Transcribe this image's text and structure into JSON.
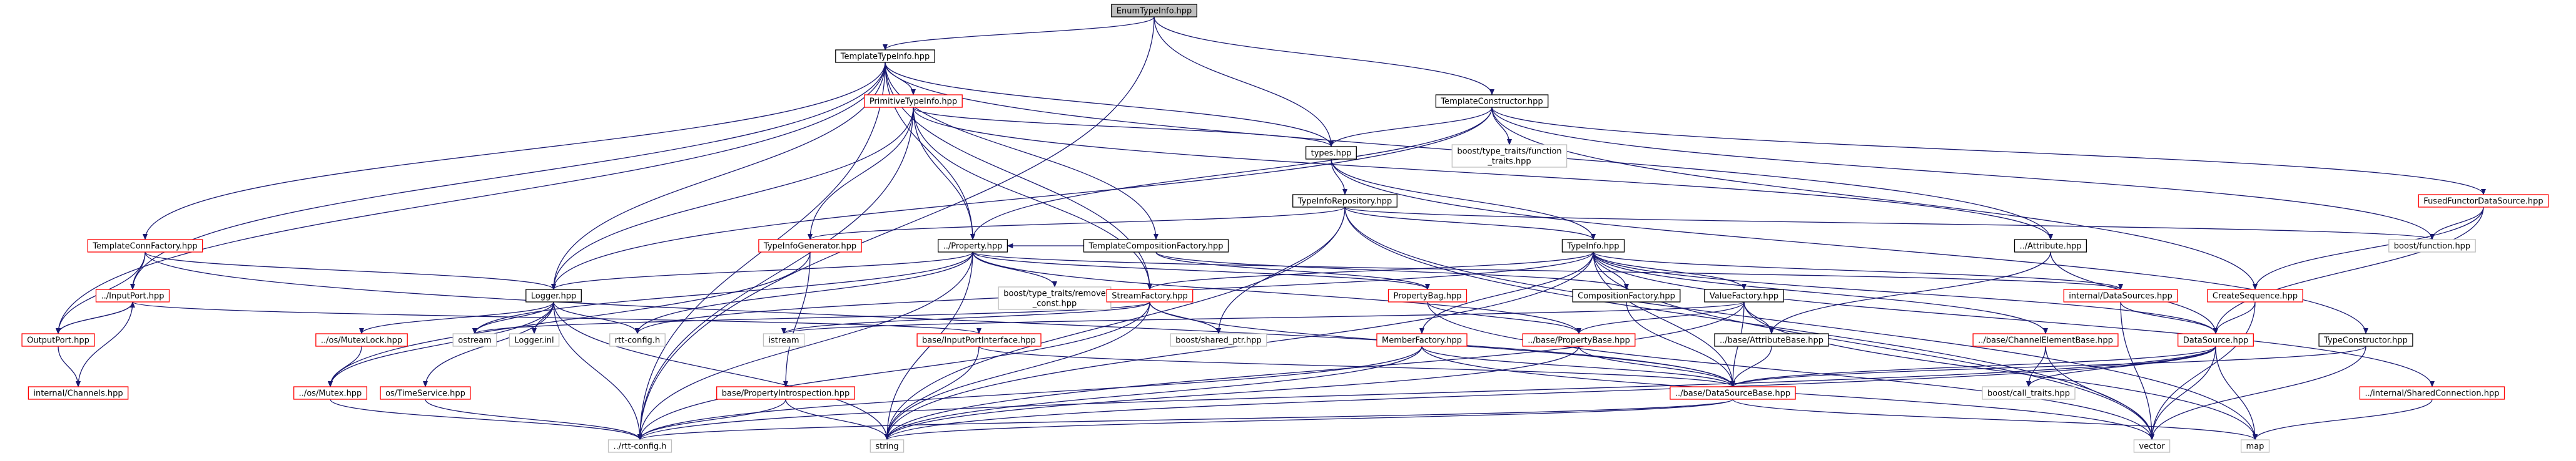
{
  "colors": {
    "edge": "#191970",
    "root_fill": "#bfbfbf",
    "documented_border": "#000000",
    "red_border": "#ff0000",
    "plain_border": "#bfbfbf",
    "text": "#000000"
  },
  "nodes": [
    {
      "id": "root",
      "label": "EnumTypeInfo.hpp",
      "style": "root"
    },
    {
      "id": "tti",
      "label": "TemplateTypeInfo.hpp",
      "style": "black"
    },
    {
      "id": "tc",
      "label": "TemplateConstructor.hpp",
      "style": "black"
    },
    {
      "id": "pti",
      "label": "PrimitiveTypeInfo.hpp",
      "style": "red"
    },
    {
      "id": "types",
      "label": "types.hpp",
      "style": "black"
    },
    {
      "id": "btt",
      "label": "boost/type_traits/function_traits.hpp",
      "lines": [
        "boost/type_traits/function",
        "_traits.hpp"
      ],
      "style": "plain"
    },
    {
      "id": "ffds",
      "label": "FusedFunctorDataSource.hpp",
      "style": "red"
    },
    {
      "id": "tcf",
      "label": "TemplateCompositionFactory.hpp",
      "style": "black"
    },
    {
      "id": "tir",
      "label": "TypeInfoRepository.hpp",
      "style": "black"
    },
    {
      "id": "bfun",
      "label": "boost/function.hpp",
      "style": "plain"
    },
    {
      "id": "tconf",
      "label": "TemplateConnFactory.hpp",
      "style": "red"
    },
    {
      "id": "tig",
      "label": "TypeInfoGenerator.hpp",
      "style": "red"
    },
    {
      "id": "prop",
      "label": "../Property.hpp",
      "style": "black"
    },
    {
      "id": "ti",
      "label": "TypeInfo.hpp",
      "style": "black"
    },
    {
      "id": "attr",
      "label": "../Attribute.hpp",
      "style": "black"
    },
    {
      "id": "inport",
      "label": "../InputPort.hpp",
      "style": "red"
    },
    {
      "id": "logger",
      "label": "Logger.hpp",
      "style": "black"
    },
    {
      "id": "btrc",
      "label": "boost/type_traits/remove_const.hpp",
      "lines": [
        "boost/type_traits/remove",
        "_const.hpp"
      ],
      "style": "plain"
    },
    {
      "id": "sf",
      "label": "StreamFactory.hpp",
      "style": "red"
    },
    {
      "id": "pbag",
      "label": "PropertyBag.hpp",
      "style": "red"
    },
    {
      "id": "compf",
      "label": "CompositionFactory.hpp",
      "style": "black"
    },
    {
      "id": "vf",
      "label": "ValueFactory.hpp",
      "style": "black"
    },
    {
      "id": "ids",
      "label": "internal/DataSources.hpp",
      "style": "red"
    },
    {
      "id": "cseq",
      "label": "CreateSequence.hpp",
      "style": "red"
    },
    {
      "id": "outport",
      "label": "OutputPort.hpp",
      "style": "red"
    },
    {
      "id": "mlock",
      "label": "../os/MutexLock.hpp",
      "style": "red"
    },
    {
      "id": "ostream",
      "label": "ostream",
      "style": "plain"
    },
    {
      "id": "linl",
      "label": "Logger.inl",
      "style": "plain"
    },
    {
      "id": "rttcfg",
      "label": "rtt-config.h",
      "style": "plain"
    },
    {
      "id": "istream",
      "label": "istream",
      "style": "plain"
    },
    {
      "id": "ipi",
      "label": "base/InputPortInterface.hpp",
      "style": "red"
    },
    {
      "id": "bsp",
      "label": "boost/shared_ptr.hpp",
      "style": "plain"
    },
    {
      "id": "mf",
      "label": "MemberFactory.hpp",
      "style": "red"
    },
    {
      "id": "pb",
      "label": "../base/PropertyBase.hpp",
      "style": "red"
    },
    {
      "id": "ab",
      "label": "../base/AttributeBase.hpp",
      "style": "black"
    },
    {
      "id": "ceb",
      "label": "../base/ChannelElementBase.hpp",
      "style": "red"
    },
    {
      "id": "ds",
      "label": "DataSource.hpp",
      "style": "red"
    },
    {
      "id": "tcons",
      "label": "TypeConstructor.hpp",
      "style": "black"
    },
    {
      "id": "ichan",
      "label": "internal/Channels.hpp",
      "style": "red"
    },
    {
      "id": "mutex",
      "label": "../os/Mutex.hpp",
      "style": "red"
    },
    {
      "id": "tsvc",
      "label": "os/TimeService.hpp",
      "style": "red"
    },
    {
      "id": "bpi",
      "label": "base/PropertyIntrospection.hpp",
      "style": "red"
    },
    {
      "id": "dsb",
      "label": "../base/DataSourceBase.hpp",
      "style": "red"
    },
    {
      "id": "bct",
      "label": "boost/call_traits.hpp",
      "style": "plain"
    },
    {
      "id": "isc",
      "label": "../internal/SharedConnection.hpp",
      "style": "red"
    },
    {
      "id": "rttcfg2",
      "label": "../rtt-config.h",
      "style": "plain"
    },
    {
      "id": "string",
      "label": "string",
      "style": "plain"
    },
    {
      "id": "vector",
      "label": "vector",
      "style": "plain"
    },
    {
      "id": "map",
      "label": "map",
      "style": "plain"
    }
  ],
  "edges": [
    [
      "root",
      "tti"
    ],
    [
      "root",
      "types"
    ],
    [
      "root",
      "tc"
    ],
    [
      "root",
      "rttcfg2"
    ],
    [
      "tti",
      "pti"
    ],
    [
      "tti",
      "tcf"
    ],
    [
      "tti",
      "types"
    ],
    [
      "tti",
      "attr"
    ],
    [
      "tti",
      "prop"
    ],
    [
      "tti",
      "logger"
    ],
    [
      "tti",
      "tconf"
    ],
    [
      "tti",
      "inport"
    ],
    [
      "tti",
      "outport"
    ],
    [
      "tti",
      "sf"
    ],
    [
      "tti",
      "rttcfg2"
    ],
    [
      "tc",
      "types"
    ],
    [
      "tc",
      "btt"
    ],
    [
      "tc",
      "ffds"
    ],
    [
      "tc",
      "bfun"
    ],
    [
      "tc",
      "logger"
    ],
    [
      "tc",
      "cseq"
    ],
    [
      "tc",
      "prop"
    ],
    [
      "pti",
      "types"
    ],
    [
      "pti",
      "tig"
    ],
    [
      "pti",
      "prop"
    ],
    [
      "pti",
      "logger"
    ],
    [
      "pti",
      "sf"
    ],
    [
      "pti",
      "attr"
    ],
    [
      "pti",
      "rttcfg2"
    ],
    [
      "types",
      "tir"
    ],
    [
      "types",
      "tcons"
    ],
    [
      "types",
      "ti"
    ],
    [
      "ffds",
      "cseq"
    ],
    [
      "ffds",
      "ds"
    ],
    [
      "ffds",
      "bfun"
    ],
    [
      "tcf",
      "prop"
    ],
    [
      "tcf",
      "pbag"
    ],
    [
      "tcf",
      "compf"
    ],
    [
      "tir",
      "ti"
    ],
    [
      "tir",
      "tig"
    ],
    [
      "tir",
      "bsp"
    ],
    [
      "tir",
      "string"
    ],
    [
      "tir",
      "vector"
    ],
    [
      "tir",
      "map"
    ],
    [
      "tir",
      "bfun"
    ],
    [
      "tconf",
      "inport"
    ],
    [
      "tconf",
      "outport"
    ],
    [
      "tconf",
      "logger"
    ],
    [
      "tconf",
      "dsb"
    ],
    [
      "tig",
      "mutex"
    ],
    [
      "tig",
      "bpi"
    ],
    [
      "prop",
      "logger"
    ],
    [
      "prop",
      "btrc"
    ],
    [
      "prop",
      "pbag"
    ],
    [
      "prop",
      "pb"
    ],
    [
      "prop",
      "ids"
    ],
    [
      "prop",
      "ostream"
    ],
    [
      "prop",
      "string"
    ],
    [
      "prop",
      "rttcfg"
    ],
    [
      "prop",
      "rttcfg2"
    ],
    [
      "ti",
      "sf"
    ],
    [
      "ti",
      "compf"
    ],
    [
      "ti",
      "vf"
    ],
    [
      "ti",
      "mf"
    ],
    [
      "ti",
      "ids"
    ],
    [
      "ti",
      "ds"
    ],
    [
      "ti",
      "dsb"
    ],
    [
      "ti",
      "ceb"
    ],
    [
      "ti",
      "isc"
    ],
    [
      "ti",
      "vector"
    ],
    [
      "ti",
      "rttcfg"
    ],
    [
      "ti",
      "string"
    ],
    [
      "attr",
      "ab"
    ],
    [
      "attr",
      "ds"
    ],
    [
      "inport",
      "outport"
    ],
    [
      "inport",
      "ichan"
    ],
    [
      "inport",
      "ipi"
    ],
    [
      "logger",
      "mlock"
    ],
    [
      "logger",
      "ostream"
    ],
    [
      "logger",
      "linl"
    ],
    [
      "logger",
      "rttcfg"
    ],
    [
      "logger",
      "tsvc"
    ],
    [
      "logger",
      "mutex"
    ],
    [
      "logger",
      "string"
    ],
    [
      "logger",
      "rttcfg2"
    ],
    [
      "sf",
      "ostream"
    ],
    [
      "sf",
      "istream"
    ],
    [
      "sf",
      "bsp"
    ],
    [
      "sf",
      "string"
    ],
    [
      "sf",
      "dsb"
    ],
    [
      "sf",
      "rttcfg2"
    ],
    [
      "pbag",
      "pb"
    ],
    [
      "pbag",
      "vector"
    ],
    [
      "compf",
      "dsb"
    ],
    [
      "vf",
      "istream"
    ],
    [
      "vf",
      "ab"
    ],
    [
      "vf",
      "pb"
    ],
    [
      "vf",
      "dsb"
    ],
    [
      "vf",
      "string"
    ],
    [
      "vf",
      "map"
    ],
    [
      "ids",
      "ds"
    ],
    [
      "ids",
      "vector"
    ],
    [
      "cseq",
      "ds"
    ],
    [
      "cseq",
      "vector"
    ],
    [
      "outport",
      "ichan"
    ],
    [
      "outport",
      "inport"
    ],
    [
      "mlock",
      "mutex"
    ],
    [
      "ipi",
      "string"
    ],
    [
      "ipi",
      "dsb"
    ],
    [
      "mf",
      "dsb"
    ],
    [
      "mf",
      "string"
    ],
    [
      "mf",
      "vector"
    ],
    [
      "mf",
      "rttcfg2"
    ],
    [
      "pb",
      "dsb"
    ],
    [
      "pb",
      "string"
    ],
    [
      "ab",
      "dsb"
    ],
    [
      "ceb",
      "bct"
    ],
    [
      "ceb",
      "vector"
    ],
    [
      "ds",
      "dsb"
    ],
    [
      "ds",
      "bct"
    ],
    [
      "ds",
      "string"
    ],
    [
      "ds",
      "vector"
    ],
    [
      "ds",
      "map"
    ],
    [
      "ds",
      "rttcfg2"
    ],
    [
      "tcons",
      "dsb"
    ],
    [
      "tcons",
      "vector"
    ],
    [
      "mutex",
      "rttcfg2"
    ],
    [
      "tsvc",
      "rttcfg2"
    ],
    [
      "bpi",
      "string"
    ],
    [
      "bpi",
      "rttcfg2"
    ],
    [
      "dsb",
      "string"
    ],
    [
      "dsb",
      "map"
    ],
    [
      "dsb",
      "rttcfg2"
    ],
    [
      "isc",
      "map"
    ]
  ]
}
